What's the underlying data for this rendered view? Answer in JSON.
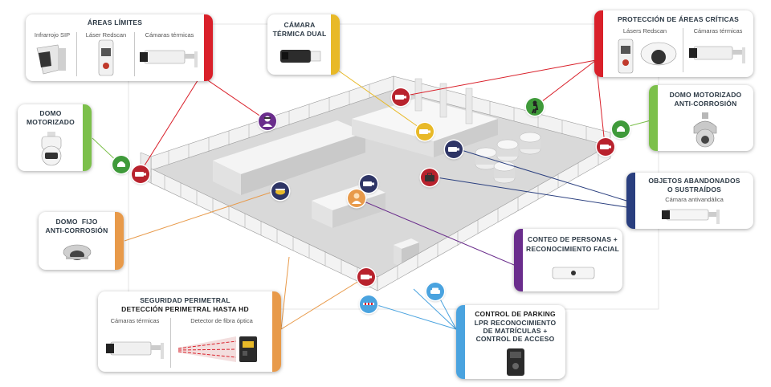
{
  "cards": {
    "areas_limites": {
      "title": "ÁREAS LÍMITES",
      "items": [
        "Infrarrojo SIP",
        "Láser Redscan",
        "Cámaras térmicas"
      ]
    },
    "camara_termica_dual": {
      "title_lines": [
        "CÁMARA",
        "TÉRMICA DUAL"
      ]
    },
    "proteccion_areas_criticas": {
      "title": "PROTECCIÓN DE ÁREAS CRÍTICAS",
      "items": [
        "Lásers Redscan",
        "Cámaras térmicas"
      ]
    },
    "domo_motorizado": {
      "title_lines": [
        "DOMO",
        "MOTORIZADO"
      ]
    },
    "domo_motorizado_anticorrosion": {
      "title_lines": [
        "DOMO MOTORIZADO",
        "ANTI-CORROSIÓN"
      ]
    },
    "objetos_abandonados": {
      "title_lines": [
        "OBJETOS ABANDONADOS",
        "O SUSTRAÍDOS"
      ],
      "item": "Cámara antivandálica"
    },
    "domo_fijo": {
      "title_lines": [
        "DOMO  FIJO",
        "ANTI-CORROSIÓN"
      ]
    },
    "conteo_personas": {
      "title_lines": [
        "CONTEO DE PERSONAS +",
        "RECONOCIMIENTO FACIAL"
      ]
    },
    "seguridad_perimetral": {
      "title_lines": [
        "SEGURIDAD PERIMETRAL",
        "DETECCIÓN PERIMETRAL HASTA HD"
      ],
      "items": [
        "Cámaras térmicas",
        "Detector de fibra óptica"
      ]
    },
    "control_parking": {
      "title": "CONTROL DE PARKING",
      "title_lines": [
        "LPR RECONOCIMIENTO",
        "DE MATRÍCULAS +",
        "CONTROL DE ACCESO"
      ]
    }
  },
  "colors": {
    "red": "#d9202a",
    "yellow": "#e8b928",
    "green": "#7cc04b",
    "orange": "#e89a4a",
    "navy": "#2a3f7f",
    "purple": "#6a2d8c",
    "light_blue": "#4aa3df",
    "pin_dark": "#2e3566",
    "pin_green": "#3f9a3a",
    "pin_red": "#b8222d"
  },
  "icons": [
    "camera-icon",
    "dome-icon",
    "gate-icon",
    "briefcase-icon",
    "person-icon",
    "intruder-icon",
    "car-icon"
  ]
}
